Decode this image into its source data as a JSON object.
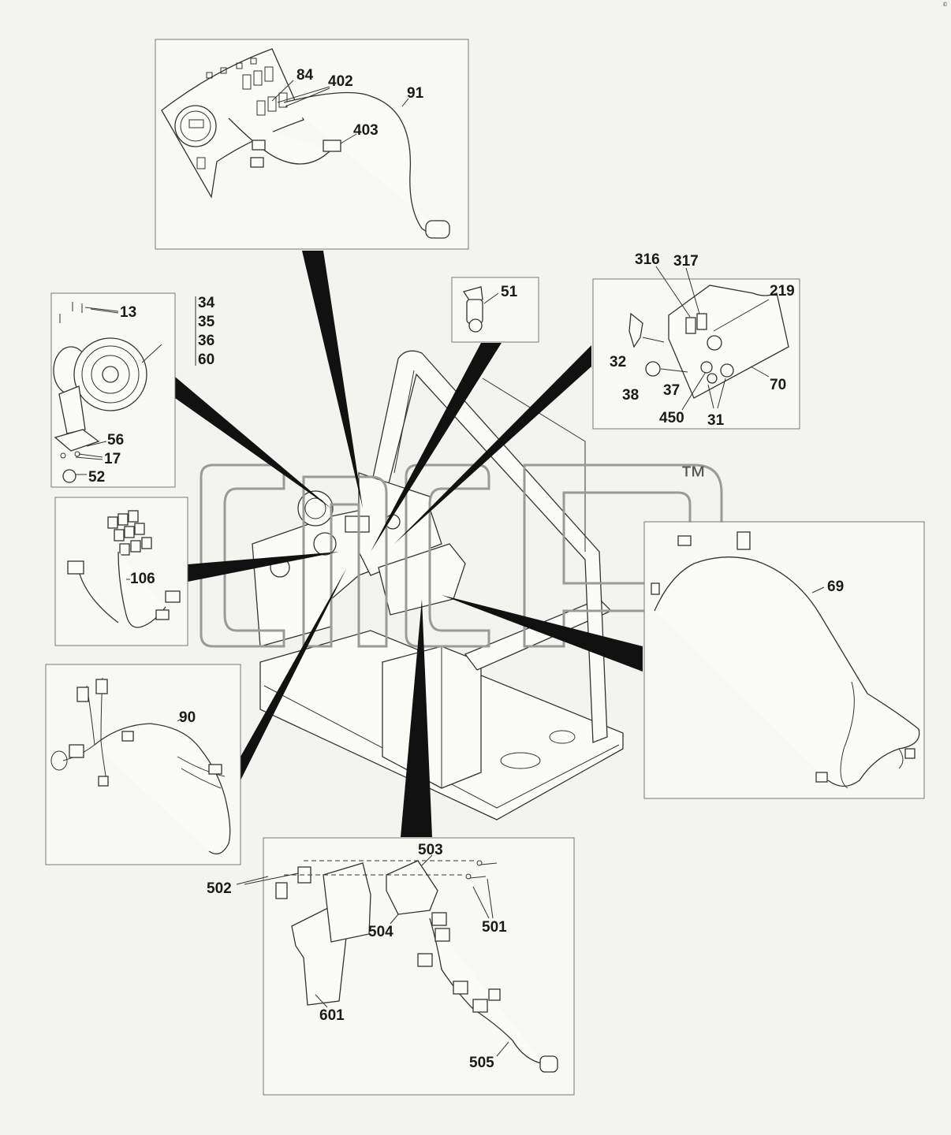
{
  "corner_mark": "©",
  "watermark": {
    "text": "cncp",
    "tm": "™"
  },
  "callouts": {
    "c84": "84",
    "c402": "402",
    "c91": "91",
    "c403": "403",
    "c51": "51",
    "c316": "316",
    "c317": "317",
    "c219": "219",
    "c32": "32",
    "c38": "38",
    "c37": "37",
    "c70": "70",
    "c450": "450",
    "c31": "31",
    "c13": "13",
    "c34": "34",
    "c35": "35",
    "c36": "36",
    "c60": "60",
    "c56": "56",
    "c17": "17",
    "c52": "52",
    "c106": "106",
    "c69": "69",
    "c90": "90",
    "c503": "503",
    "c502": "502",
    "c501": "501",
    "c504": "504",
    "c601": "601",
    "c505": "505"
  }
}
